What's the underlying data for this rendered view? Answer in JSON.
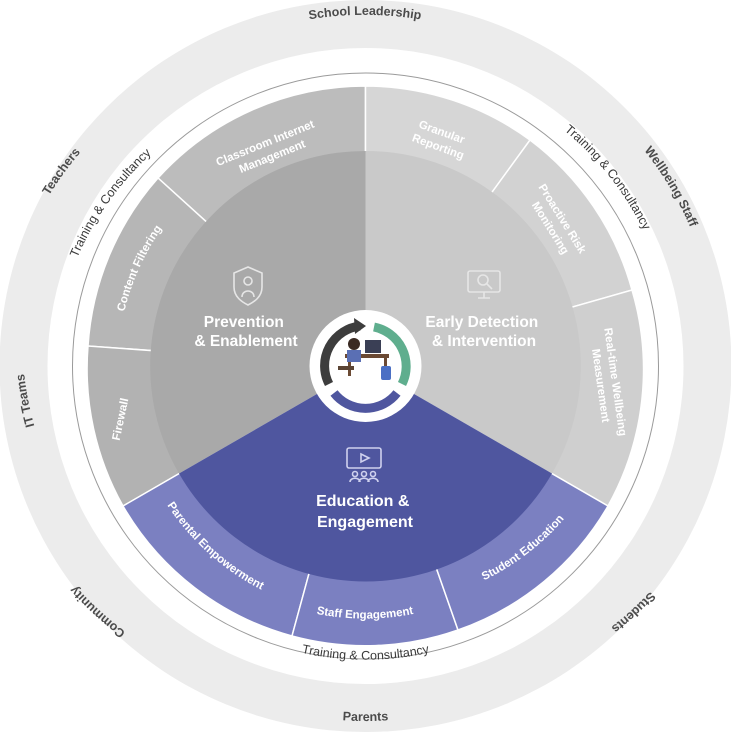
{
  "stakeholders": {
    "school_leadership": "School Leadership",
    "wellbeing_staff": "Wellbeing Staff",
    "students": "Students",
    "parents": "Parents",
    "community": "Community",
    "it_teams": "IT Teams",
    "teachers": "Teachers"
  },
  "training": {
    "left": "Training & Consultancy",
    "right": "Training & Consultancy",
    "bottom": "Training & Consultancy"
  },
  "pillars": {
    "prevention": {
      "line1": "Prevention",
      "line2": "& Enablement",
      "icon": "shield-person-icon"
    },
    "detection": {
      "line1": "Early Detection",
      "line2": "& Intervention",
      "icon": "monitor-search-icon"
    },
    "education": {
      "line1": "Education &",
      "line2": "Engagement",
      "icon": "presentation-people-icon"
    }
  },
  "segments": {
    "classroom": {
      "line1": "Classroom Internet",
      "line2": "Management"
    },
    "content_filtering": {
      "line1": "Content Filtering"
    },
    "firewall": {
      "line1": "Firewall"
    },
    "granular": {
      "line1": "Granular",
      "line2": "Reporting"
    },
    "proactive": {
      "line1": "Proactive Risk",
      "line2": "Monitoring"
    },
    "realtime": {
      "line1": "Real-time Wellbeing",
      "line2": "Measurement"
    },
    "parental": {
      "line1": "Parental Empowerment"
    },
    "staff": {
      "line1": "Staff Engagement"
    },
    "student_edu": {
      "line1": "Student Education"
    }
  },
  "colors": {
    "outer_ring": "#ececec",
    "gray_light": "#d4d4d4",
    "gray_mid": "#bdbdbd",
    "gray_dark": "#a9a9a9",
    "blue_seg": "#7a7fc0",
    "blue_core": "#4f569f",
    "cycle_green": "#5fae8e",
    "cycle_dark": "#3d3d3d",
    "cycle_blue": "#4f569f"
  }
}
